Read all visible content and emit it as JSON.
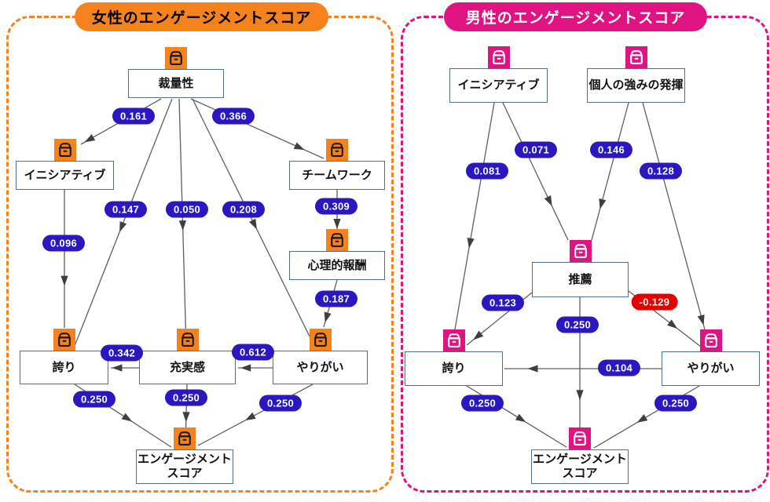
{
  "colors": {
    "edge_pill": "#2B17C0",
    "edge_pill_negative": "#E80000",
    "pill_text": "#FFFFFF",
    "line": "#5F5F5F",
    "arrow": "#3F3F3F",
    "node_border": "#4E7189",
    "node_bg": "#FFFFFF",
    "node_text": "#111111"
  },
  "panels": [
    {
      "id": "female",
      "title": "女性のエンゲージメントスコア",
      "accent": "#F6821E",
      "title_text_color": "#000000",
      "icon": "box-icon",
      "icon_glyph_color": "#1A1A1A",
      "nodes": [
        {
          "id": "saiyosei",
          "label": "裁量性"
        },
        {
          "id": "initiative",
          "label": "イニシアティブ"
        },
        {
          "id": "teamwork",
          "label": "チームワーク"
        },
        {
          "id": "psych_reward",
          "label": "心理的報酬"
        },
        {
          "id": "hokori",
          "label": "誇り"
        },
        {
          "id": "jujitsukan",
          "label": "充実感"
        },
        {
          "id": "yarigai",
          "label": "やりがい"
        },
        {
          "id": "engagement",
          "label": "エンゲージメント\nスコア"
        }
      ],
      "edges": [
        {
          "from": "saiyosei",
          "to": "initiative",
          "weight": "0.161"
        },
        {
          "from": "saiyosei",
          "to": "teamwork",
          "weight": "0.366"
        },
        {
          "from": "saiyosei",
          "to": "hokori",
          "weight": "0.147"
        },
        {
          "from": "saiyosei",
          "to": "jujitsukan",
          "weight": "0.050"
        },
        {
          "from": "saiyosei",
          "to": "yarigai",
          "weight": "0.208"
        },
        {
          "from": "initiative",
          "to": "hokori",
          "weight": "0.096"
        },
        {
          "from": "teamwork",
          "to": "psych_reward",
          "weight": "0.309"
        },
        {
          "from": "psych_reward",
          "to": "yarigai",
          "weight": "0.187"
        },
        {
          "from": "yarigai",
          "to": "jujitsukan",
          "weight": "0.612"
        },
        {
          "from": "jujitsukan",
          "to": "hokori",
          "weight": "0.342"
        },
        {
          "from": "hokori",
          "to": "engagement",
          "weight": "0.250"
        },
        {
          "from": "jujitsukan",
          "to": "engagement",
          "weight": "0.250"
        },
        {
          "from": "yarigai",
          "to": "engagement",
          "weight": "0.250"
        }
      ]
    },
    {
      "id": "male",
      "title": "男性のエンゲージメントスコア",
      "accent": "#E01383",
      "title_text_color": "#FFFFFF",
      "icon": "box-icon",
      "icon_glyph_color": "#FFFFFF",
      "nodes": [
        {
          "id": "initiative",
          "label": "イニシアティブ"
        },
        {
          "id": "strengths",
          "label": "個人の強みの発揮"
        },
        {
          "id": "suisen",
          "label": "推薦"
        },
        {
          "id": "hokori",
          "label": "誇り"
        },
        {
          "id": "yarigai",
          "label": "やりがい"
        },
        {
          "id": "engagement",
          "label": "エンゲージメント\nスコア"
        }
      ],
      "edges": [
        {
          "from": "initiative",
          "to": "hokori",
          "weight": "0.081"
        },
        {
          "from": "initiative",
          "to": "suisen",
          "weight": "0.071"
        },
        {
          "from": "strengths",
          "to": "suisen",
          "weight": "0.146"
        },
        {
          "from": "strengths",
          "to": "yarigai",
          "weight": "0.128"
        },
        {
          "from": "suisen",
          "to": "hokori",
          "weight": "0.123"
        },
        {
          "from": "suisen",
          "to": "engagement",
          "weight": "0.250"
        },
        {
          "from": "suisen",
          "to": "yarigai",
          "weight": "-0.129",
          "sign": "negative"
        },
        {
          "from": "yarigai",
          "to": "hokori",
          "weight": "0.104"
        },
        {
          "from": "hokori",
          "to": "engagement",
          "weight": "0.250"
        },
        {
          "from": "yarigai",
          "to": "engagement",
          "weight": "0.250"
        }
      ]
    }
  ]
}
